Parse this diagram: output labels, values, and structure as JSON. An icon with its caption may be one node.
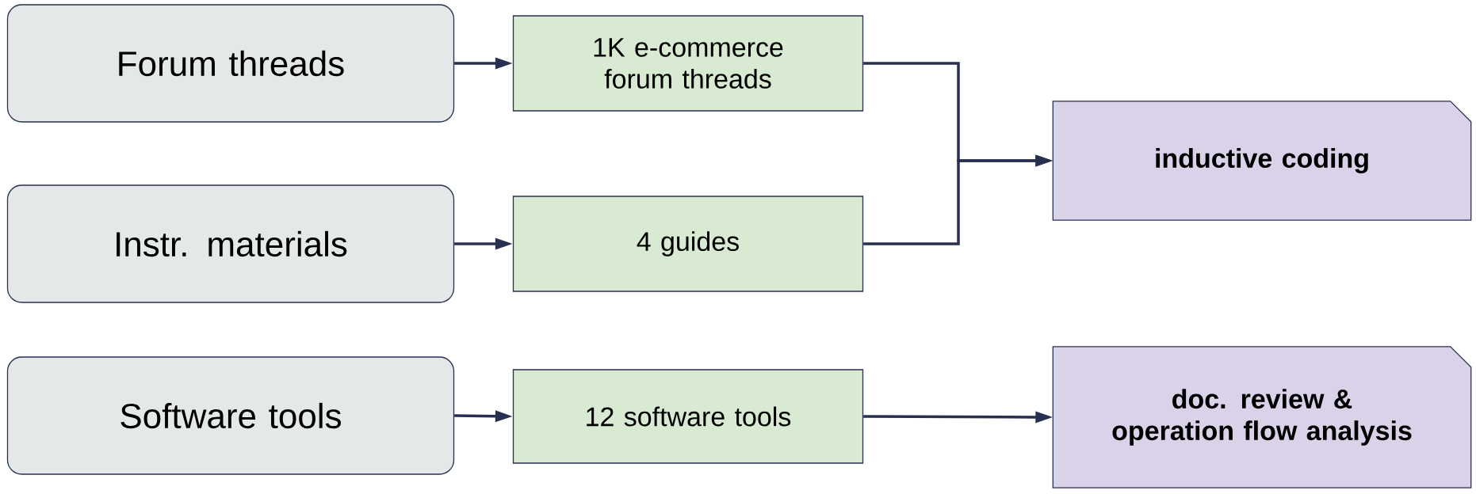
{
  "diagram": {
    "nodes": [
      {
        "text": [
          "Forum threads"
        ]
      },
      {
        "text": [
          "Instr. materials"
        ]
      },
      {
        "text": [
          "Software tools"
        ]
      },
      {
        "text": [
          "1K e-commerce forum threads"
        ]
      },
      {
        "text": [
          "4 guides"
        ]
      },
      {
        "text": [
          "12 software tools"
        ]
      },
      {
        "text": [
          "inductive coding"
        ]
      },
      {
        "text": [
          "doc. review & operation flow analysis"
        ]
      }
    ],
    "edges": [
      {
        "from": 0,
        "to": 3,
        "arrow": "to"
      },
      {
        "from": 1,
        "to": 4,
        "arrow": "to"
      },
      {
        "from": 2,
        "to": 5,
        "arrow": "to"
      },
      {
        "from": 3,
        "to": 6,
        "arrow": "to"
      },
      {
        "from": 4,
        "to": 6,
        "arrow": "to"
      },
      {
        "from": 5,
        "to": 7,
        "arrow": "to"
      }
    ]
  }
}
